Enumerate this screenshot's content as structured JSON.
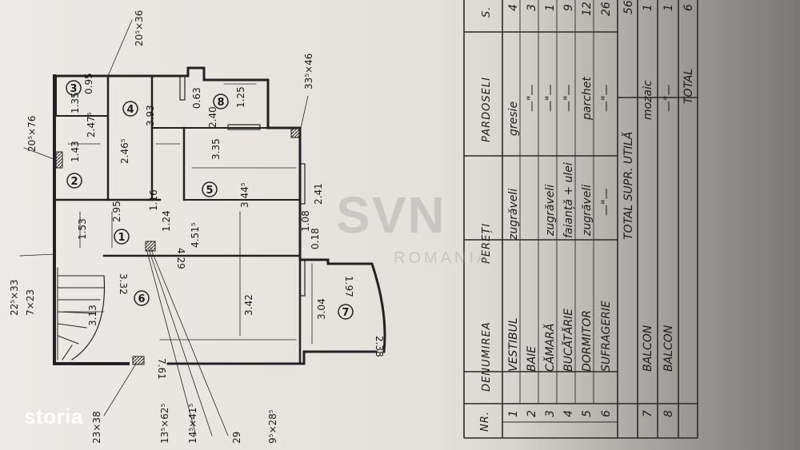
{
  "brand": {
    "logo_text": "storia",
    "watermark": "SVN",
    "watermark_sub": "ROMANIA"
  },
  "plan": {
    "rooms": [
      "1",
      "2",
      "3",
      "4",
      "5",
      "6",
      "7",
      "8"
    ],
    "dimensions": [
      "2.95",
      "1.53",
      "2.46⁵",
      "1.43",
      "2.47⁵",
      "1.35",
      "3.93",
      "0.95",
      "0.63",
      "1.25",
      "2.40",
      "3.35",
      "3.44⁵",
      "4.51⁵",
      "1.24",
      "1.16",
      "2.41",
      "1.08",
      "0.18",
      "3.32",
      "4.29",
      "3.42",
      "3.13",
      "7.61",
      "3.04",
      "1.97",
      "2.38"
    ],
    "annotations": [
      "20⁵×76",
      "20⁵×36",
      "33⁵×46",
      "22⁵×33",
      "7×23",
      "23×38",
      "13⁵×62⁵",
      "14⁵×41⁵",
      "9⁵×28⁵",
      "29"
    ]
  },
  "table": {
    "headers": [
      "NR.",
      "DENUMIREA",
      "PEREȚI",
      "PARDOSELI",
      "S."
    ],
    "rows": [
      {
        "nr": "1",
        "name": "VESTIBUL",
        "walls": "zugrăveli",
        "floor": "gresie",
        "area": "4"
      },
      {
        "nr": "2",
        "name": "BAIE",
        "walls": "",
        "floor": "—\"—",
        "area": "3"
      },
      {
        "nr": "3",
        "name": "CĂMARĂ",
        "walls": "zugrăveli",
        "floor": "—\"—",
        "area": "1"
      },
      {
        "nr": "4",
        "name": "BUCĂTĂRIE",
        "walls": "faianță + ulei",
        "floor": "—\"—",
        "area": "9"
      },
      {
        "nr": "5",
        "name": "DORMITOR",
        "walls": "zugrăveli",
        "floor": "parchet",
        "area": "12"
      },
      {
        "nr": "6",
        "name": "SUFRAGERIE",
        "walls": "—\"—",
        "floor": "—\"—",
        "area": "26"
      },
      {
        "nr": "7",
        "name": "BALCON",
        "walls": "",
        "floor": "mozaic",
        "area": "1"
      },
      {
        "nr": "8",
        "name": "BALCON",
        "walls": "",
        "floor": "—\"—",
        "area": "1"
      }
    ],
    "total_useful": "TOTAL SUPR. UTILĂ",
    "total_useful_value": "56",
    "total": "TOTAL",
    "total_value": "6"
  }
}
